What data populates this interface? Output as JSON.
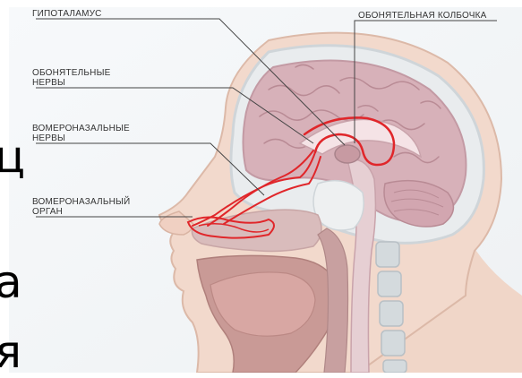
{
  "labels": {
    "hypothalamus": "ГИПОТАЛАМУС",
    "olfactory_nerves": "ОБОНЯТЕЛЬНЫЕ\nНЕРВЫ",
    "vomeronasal_nerves": "ВОМЕРОНАЗАЛЬНЫЕ\nНЕРВЫ",
    "vomeronasal_organ": "ВОМЕРОНАЗАЛЬНЫЙ\nОРГАН",
    "olfactory_bulb": "ОБОНЯТЕЛЬНАЯ КОЛБОЧКА"
  },
  "overlay_text": {
    "char_1": "ц",
    "char_2": "а",
    "char_3": "я"
  },
  "colors": {
    "background_panel": "#f4f6f8",
    "skin": "#f2d9cc",
    "skull": "#e9ecee",
    "brain": "#d7b1b9",
    "brain_folds": "#b98b95",
    "nerve": "#e0262a",
    "cavity": "#c8a6a6",
    "spine": "#d4dadd",
    "leader": "#444444"
  },
  "icons": [
    "head-cross-section-illustration"
  ]
}
